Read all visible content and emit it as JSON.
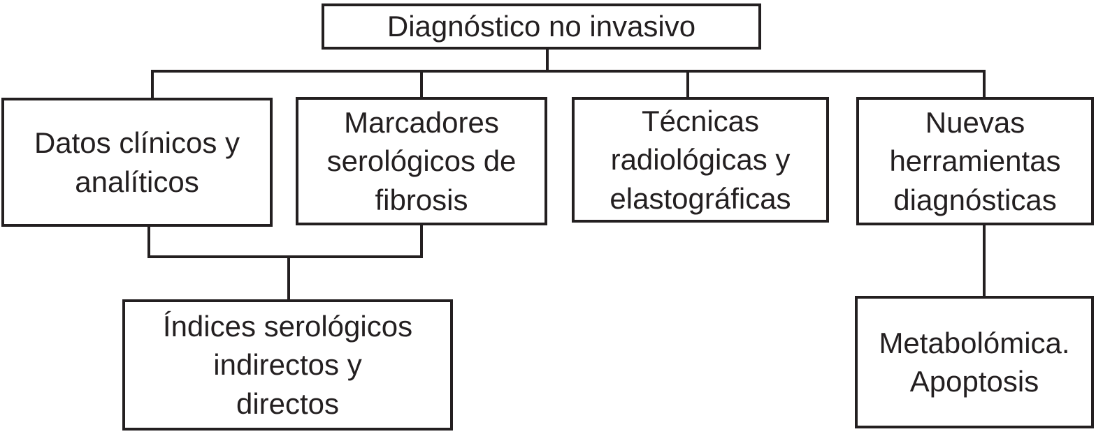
{
  "diagram": {
    "type": "flowchart",
    "language": "es",
    "nodes": {
      "root": {
        "label": "Diagnóstico no invasivo"
      },
      "datos": {
        "label": "Datos clínicos y\nanalíticos"
      },
      "marcadores": {
        "label": "Marcadores\nserológicos de\nfibrosis"
      },
      "tecnicas": {
        "label": "Técnicas\nradiológicas y\nelastográficas"
      },
      "nuevas": {
        "label": "Nuevas\nherramientas\ndiagnósticas"
      },
      "indices": {
        "label": "Índices serológicos\nindirectos y\ndirectos"
      },
      "metabolomica": {
        "label": "Metabolómica.\nApoptosis"
      }
    },
    "edges": [
      {
        "from": "root",
        "to": "datos"
      },
      {
        "from": "root",
        "to": "marcadores"
      },
      {
        "from": "root",
        "to": "tecnicas"
      },
      {
        "from": "root",
        "to": "nuevas"
      },
      {
        "from": "datos + marcadores",
        "to": "indices"
      },
      {
        "from": "nuevas",
        "to": "metabolomica"
      }
    ],
    "colors": {
      "line": "#231f20",
      "text": "#231f20",
      "box_background": "#ffffff",
      "page_background": "#ffffff"
    }
  }
}
